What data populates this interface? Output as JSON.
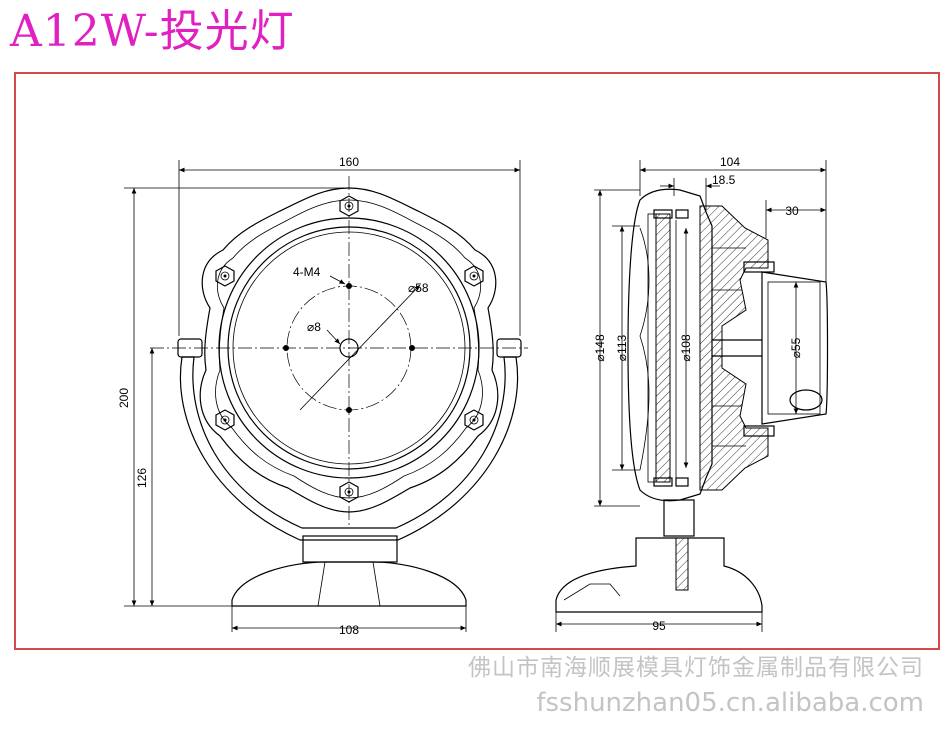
{
  "title": "A12W-投光灯",
  "colors": {
    "title": "#e020c0",
    "frame": "#d24a4a",
    "watermark": "#c4c4c4",
    "line": "#000000"
  },
  "front_view": {
    "dims": {
      "width_top": "160",
      "height_total": "200",
      "height_pivot": "126",
      "base_width": "108"
    },
    "callouts": {
      "holes": "4-M4",
      "pitch_circle": "⌀58",
      "center_hole": "⌀8"
    }
  },
  "side_view": {
    "dims": {
      "depth": "104",
      "lens": "18.5",
      "rear_cap": "30",
      "base_depth": "95"
    },
    "diameters": {
      "outer": "⌀148",
      "inner": "⌀113",
      "glass": "⌀108",
      "cap": "⌀55"
    }
  },
  "watermark": {
    "company": "佛山市南海顺展模具灯饰金属制品有限公司",
    "url": "fsshunzhan05.cn.alibaba.com"
  }
}
